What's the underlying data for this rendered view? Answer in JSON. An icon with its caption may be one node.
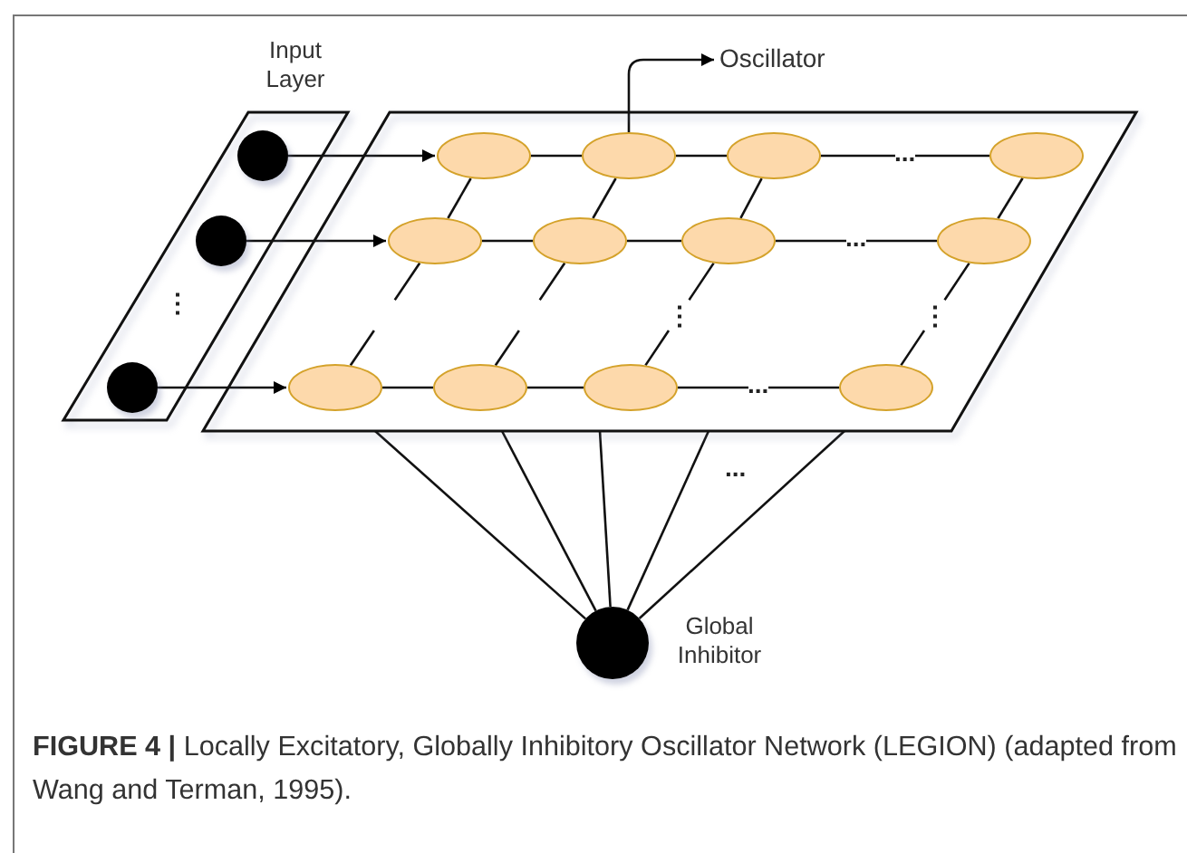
{
  "diagram": {
    "caption": "**FIGURE 4 |** Locally Excitatory, Globally Inhibitory Oscillator Network (LEGION) (adapted from Wang and Terman, 1995).",
    "nodes": [
      {
        "text": [
          "Input Layer"
        ]
      },
      {
        "text": [],
        "shape": "circle",
        "in": 0
      },
      {
        "text": [],
        "shape": "circle",
        "in": 0
      },
      {
        "text": [],
        "shape": "circle",
        "in": 0
      },
      {
        "text": [
          "Oscillator"
        ]
      },
      {
        "text": [],
        "shape": "box"
      },
      {
        "text": [],
        "shape": "ellipse",
        "in": 5
      },
      {
        "text": [],
        "shape": "ellipse",
        "in": 5
      },
      {
        "text": [],
        "shape": "ellipse",
        "in": 5
      },
      {
        "text": [],
        "shape": "ellipse",
        "in": 5
      },
      {
        "text": [],
        "shape": "ellipse",
        "in": 5
      },
      {
        "text": [],
        "shape": "ellipse",
        "in": 5
      },
      {
        "text": [],
        "shape": "ellipse",
        "in": 5
      },
      {
        "text": [],
        "shape": "ellipse",
        "in": 5
      },
      {
        "text": [],
        "shape": "ellipse",
        "in": 5
      },
      {
        "text": [],
        "shape": "ellipse",
        "in": 5
      },
      {
        "text": [],
        "shape": "ellipse",
        "in": 5
      },
      {
        "text": [],
        "shape": "ellipse",
        "in": 5
      },
      {
        "text": [
          "Global Inhibitor"
        ]
      }
    ],
    "edges": [
      {
        "from": 1,
        "to": 6,
        "arrow": "to"
      },
      {
        "from": 2,
        "to": 10,
        "arrow": "to"
      },
      {
        "from": 3,
        "to": 14,
        "arrow": "to"
      },
      {
        "from": 7,
        "to": 4,
        "arrow": "to"
      },
      {
        "from": 6,
        "to": 7,
        "arrow": "none"
      },
      {
        "from": 7,
        "to": 8,
        "arrow": "none"
      },
      {
        "from": 8,
        "to": 9,
        "arrow": "none",
        "label": "..."
      },
      {
        "from": 10,
        "to": 11,
        "arrow": "none"
      },
      {
        "from": 11,
        "to": 12,
        "arrow": "none"
      },
      {
        "from": 12,
        "to": 13,
        "arrow": "none",
        "label": "..."
      },
      {
        "from": 14,
        "to": 15,
        "arrow": "none"
      },
      {
        "from": 15,
        "to": 16,
        "arrow": "none"
      },
      {
        "from": 16,
        "to": 17,
        "arrow": "none",
        "label": "..."
      },
      {
        "from": 6,
        "to": 10,
        "arrow": "none"
      },
      {
        "from": 7,
        "to": 11,
        "arrow": "none"
      },
      {
        "from": 8,
        "to": 12,
        "arrow": "none"
      },
      {
        "from": 9,
        "to": 13,
        "arrow": "none"
      },
      {
        "from": 10,
        "to": 14,
        "arrow": "none",
        "style": "dashed"
      },
      {
        "from": 11,
        "to": 15,
        "arrow": "none",
        "style": "dashed"
      },
      {
        "from": 12,
        "to": 16,
        "arrow": "none",
        "style": "dashed",
        "label": "⋮"
      },
      {
        "from": 13,
        "to": 17,
        "arrow": "none",
        "style": "dashed",
        "label": "⋮"
      },
      {
        "from": 5,
        "to": 18,
        "arrow": "none"
      },
      {
        "from": 5,
        "to": 18,
        "arrow": "none"
      },
      {
        "from": 5,
        "to": 18,
        "arrow": "none"
      },
      {
        "from": 5,
        "to": 18,
        "arrow": "none"
      },
      {
        "from": 5,
        "to": 18,
        "arrow": "none"
      }
    ],
    "labels": [
      "⋮",
      "..."
    ]
  }
}
